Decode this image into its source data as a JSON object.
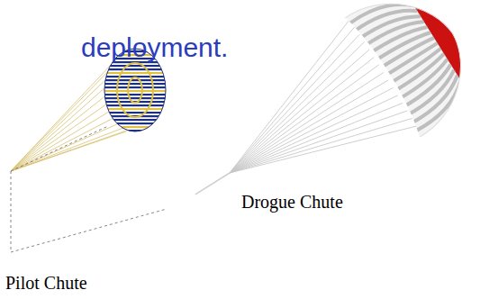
{
  "diagram": {
    "labels": [
      "deployment.",
      "Drogue Chute",
      "Pilot Chute"
    ]
  }
}
